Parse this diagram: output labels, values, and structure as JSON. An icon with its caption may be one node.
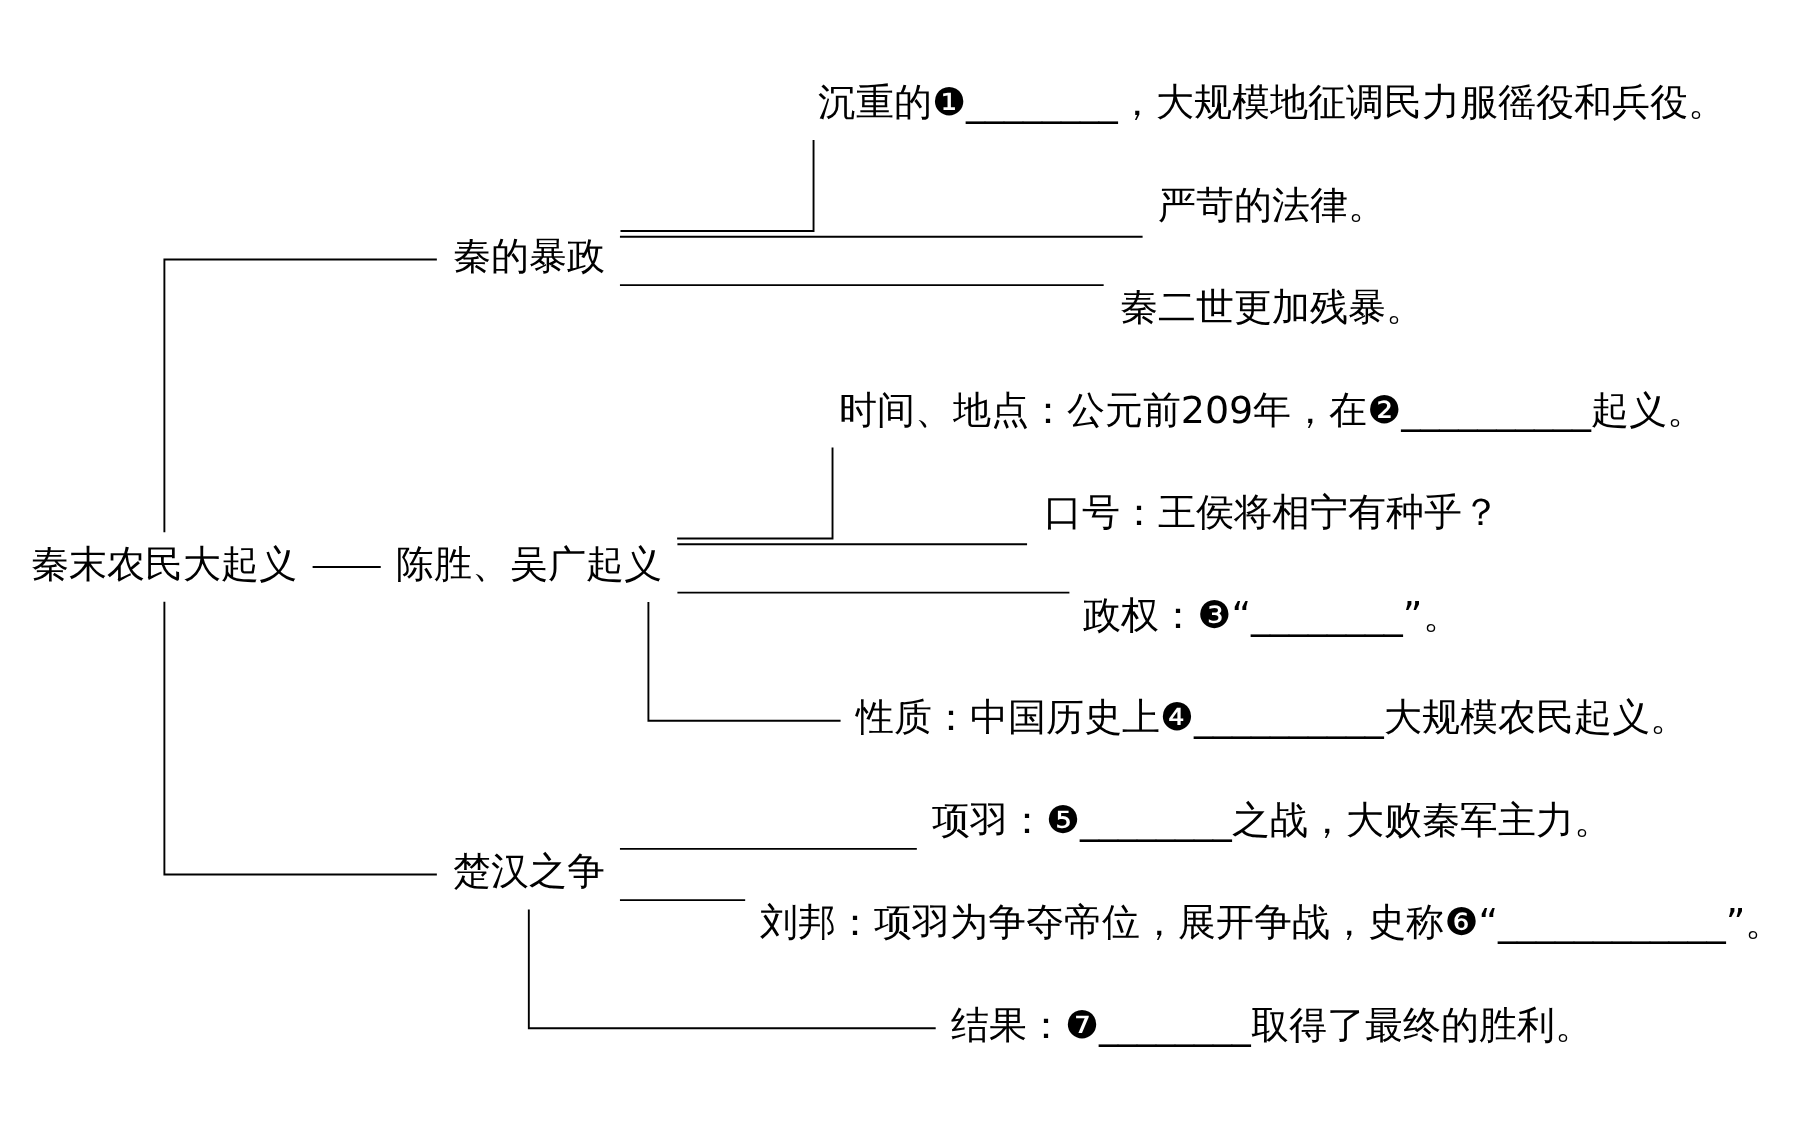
{
  "diagram": {
    "nodes": [
      {
        "text": [
          "秦末农民大起义"
        ]
      },
      {
        "text": [
          "秦的暴政"
        ]
      },
      {
        "text": [
          "沉重的❶________，大规模地征调民力服徭役和兵役。"
        ]
      },
      {
        "text": [
          "严苛的法律。"
        ]
      },
      {
        "text": [
          "秦二世更加残暴。"
        ]
      },
      {
        "text": [
          "陈胜、吴广起义"
        ]
      },
      {
        "text": [
          "时间、地点：公元前209年，在❷__________起义。"
        ]
      },
      {
        "text": [
          "口号：王侯将相宁有种乎？"
        ]
      },
      {
        "text": [
          "政权：❸“________”。"
        ]
      },
      {
        "text": [
          "性质：中国历史上❹__________大规模农民起义。"
        ]
      },
      {
        "text": [
          "楚汉之争"
        ]
      },
      {
        "text": [
          "项羽：❺________之战，大败秦军主力。"
        ]
      },
      {
        "text": [
          "刘邦：项羽为争夺帝位，展开争战，史称❻“____________”。"
        ]
      },
      {
        "text": [
          "结果：❼________取得了最终的胜利。"
        ]
      }
    ],
    "edges": [
      {
        "from": 0,
        "to": 1,
        "arrow": "none"
      },
      {
        "from": 0,
        "to": 5,
        "arrow": "none"
      },
      {
        "from": 0,
        "to": 10,
        "arrow": "none"
      },
      {
        "from": 1,
        "to": 2,
        "arrow": "none"
      },
      {
        "from": 1,
        "to": 3,
        "arrow": "none"
      },
      {
        "from": 1,
        "to": 4,
        "arrow": "none"
      },
      {
        "from": 5,
        "to": 6,
        "arrow": "none"
      },
      {
        "from": 5,
        "to": 7,
        "arrow": "none"
      },
      {
        "from": 5,
        "to": 8,
        "arrow": "none"
      },
      {
        "from": 5,
        "to": 9,
        "arrow": "none"
      },
      {
        "from": 10,
        "to": 11,
        "arrow": "none"
      },
      {
        "from": 10,
        "to": 12,
        "arrow": "none"
      },
      {
        "from": 10,
        "to": 13,
        "arrow": "none"
      }
    ]
  }
}
